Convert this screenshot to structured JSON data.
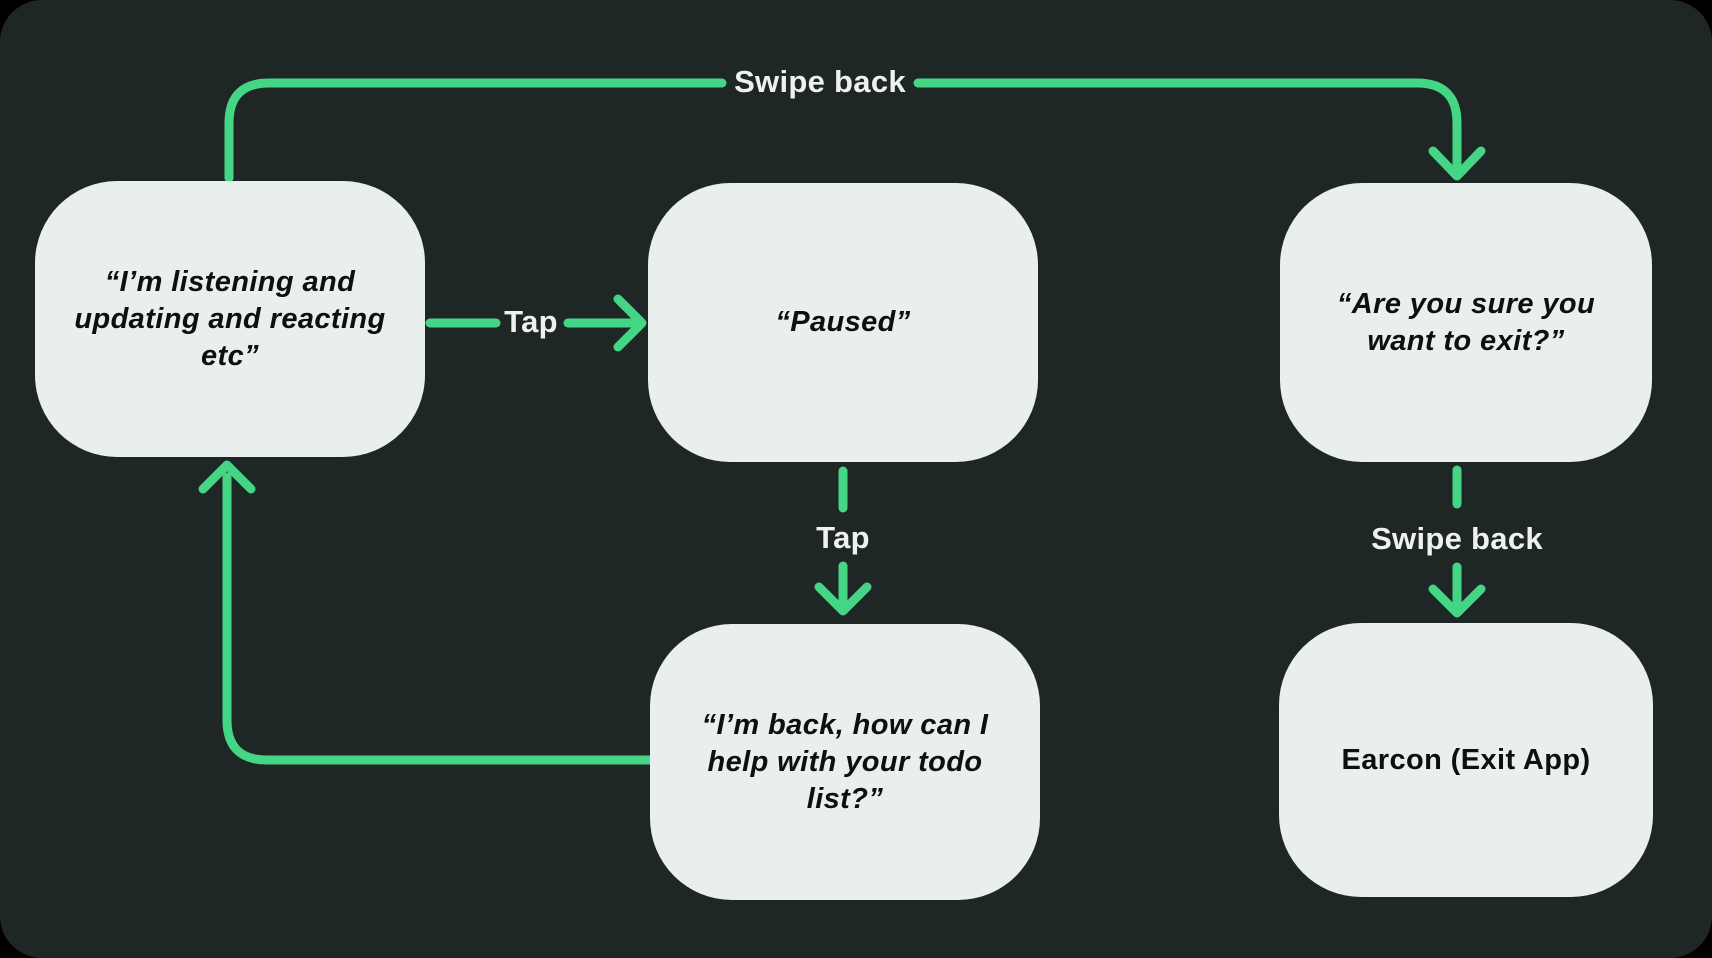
{
  "diagram": {
    "colors": {
      "page_background": "#000000",
      "background": "#1f2726",
      "node_fill": "#e8efec",
      "arrow": "#44d684",
      "node_text": "#0c100f",
      "label_text": "#edf2f1"
    },
    "nodes": {
      "listening": {
        "lines": [
          "“I’m listening and",
          "updating and reacting",
          "etc”"
        ]
      },
      "paused": {
        "label": "“Paused”"
      },
      "confirm_exit": {
        "lines": [
          "“Are you sure you",
          "want to exit?”"
        ]
      },
      "back_from_pause": {
        "lines": [
          "“I’m back, how can I",
          "help with your todo",
          "list?”"
        ]
      },
      "earcon": {
        "label": "Earcon (Exit App)"
      }
    },
    "edges": {
      "swipe_back_top": {
        "label": "Swipe back"
      },
      "tap_pause": {
        "label": "Tap"
      },
      "tap_resume": {
        "label": "Tap"
      },
      "swipe_back_exit": {
        "label": "Swipe back"
      }
    }
  }
}
